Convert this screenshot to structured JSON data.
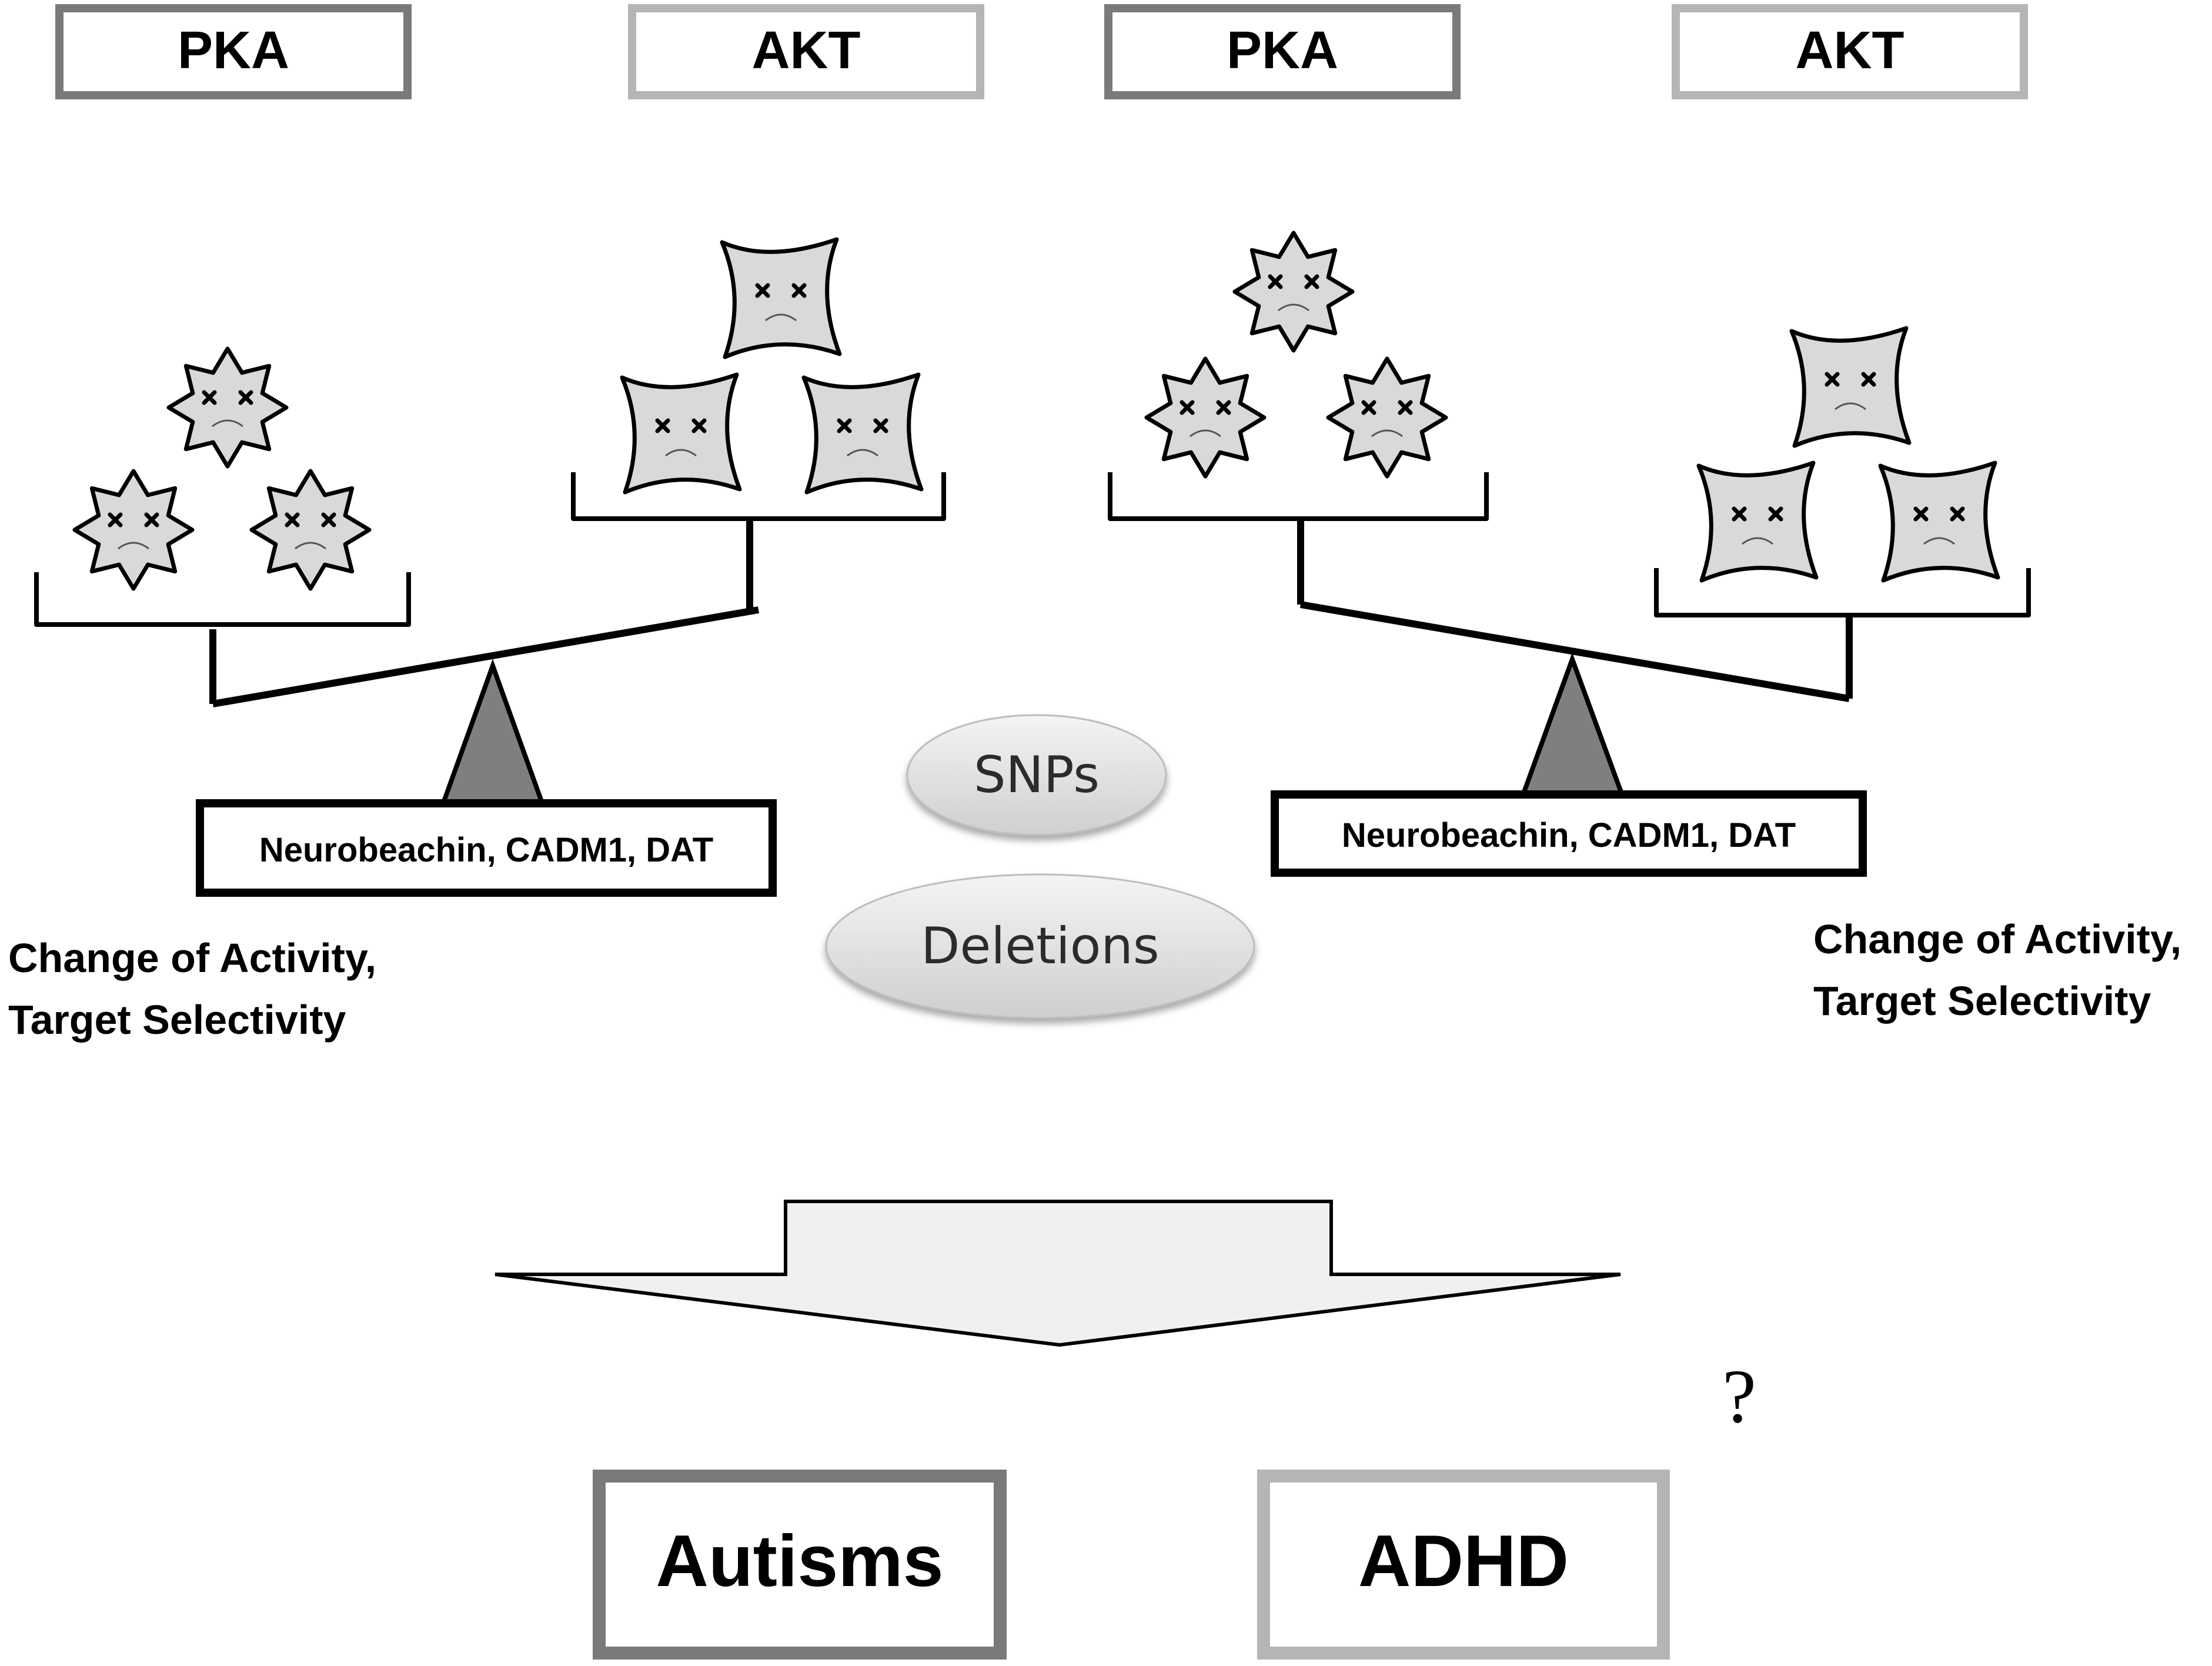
{
  "kinase_labels": [
    "PKA",
    "AKT",
    "PKA",
    "AKT"
  ],
  "anchor_labels": [
    "Neurobeachin, CADM1, DAT",
    "Neurobeachin, CADM1, DAT"
  ],
  "effect_text": {
    "left_line1": "Change of Activity,",
    "left_line2": "Target Selectivity",
    "right_line1": "Change of Activity,",
    "right_line2": "Target Selectivity"
  },
  "variant_types": [
    "SNPs",
    "Deletions"
  ],
  "outcomes": [
    "Autisms",
    "ADHD"
  ],
  "uncertainty_mark": "?",
  "colors": {
    "pka_border": "#7a7a7a",
    "akt_border": "#b5b5b5",
    "icon_fill": "#d9d9d9",
    "fulcrum_fill": "#7f7f7f",
    "arrow_fill": "#f0f0f0",
    "ellipse_fill": "#e2e2e2"
  },
  "icons": {
    "pka": "eight-point-star-sad-face",
    "akt": "four-point-star-sad-face"
  }
}
